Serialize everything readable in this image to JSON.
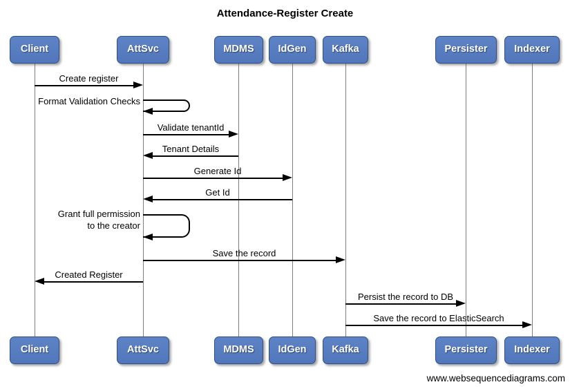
{
  "title": "Attendance-Register Create",
  "watermark": "www.websequencediagrams.com",
  "colors": {
    "actor_fill": "#5478BC",
    "actor_border": "#2F4F85",
    "actor_text": "#FFFFFF",
    "lifeline": "#7F7F7F",
    "arrow": "#000000",
    "background": "#FFFFFF"
  },
  "actors": [
    {
      "id": "client",
      "label": "Client"
    },
    {
      "id": "attsvc",
      "label": "AttSvc"
    },
    {
      "id": "mdms",
      "label": "MDMS"
    },
    {
      "id": "idgen",
      "label": "IdGen"
    },
    {
      "id": "kafka",
      "label": "Kafka"
    },
    {
      "id": "persister",
      "label": "Persister"
    },
    {
      "id": "indexer",
      "label": "Indexer"
    }
  ],
  "messages": [
    {
      "label": "Create register",
      "from": "Client",
      "to": "AttSvc",
      "direction": "right",
      "type": "call"
    },
    {
      "label": "Format Validation Checks",
      "from": "AttSvc",
      "to": "AttSvc",
      "direction": "self",
      "type": "self-call"
    },
    {
      "label": "Validate tenantId",
      "from": "AttSvc",
      "to": "MDMS",
      "direction": "right",
      "type": "call"
    },
    {
      "label": "Tenant Details",
      "from": "MDMS",
      "to": "AttSvc",
      "direction": "left",
      "type": "return"
    },
    {
      "label": "Generate Id",
      "from": "AttSvc",
      "to": "IdGen",
      "direction": "right",
      "type": "call"
    },
    {
      "label": "Get Id",
      "from": "IdGen",
      "to": "AttSvc",
      "direction": "left",
      "type": "return"
    },
    {
      "label": "Grant full permission to the creator",
      "label_lines": [
        "Grant full permission",
        "to the creator"
      ],
      "from": "AttSvc",
      "to": "AttSvc",
      "direction": "self",
      "type": "self-call"
    },
    {
      "label": "Save the record",
      "from": "AttSvc",
      "to": "Kafka",
      "direction": "right",
      "type": "call"
    },
    {
      "label": "Created Register",
      "from": "AttSvc",
      "to": "Client",
      "direction": "left",
      "type": "return"
    },
    {
      "label": "Persist the record to DB",
      "from": "Kafka",
      "to": "Persister",
      "direction": "right",
      "type": "call"
    },
    {
      "label": "Save the record to ElasticSearch",
      "from": "Kafka",
      "to": "Indexer",
      "direction": "right",
      "type": "call"
    }
  ]
}
